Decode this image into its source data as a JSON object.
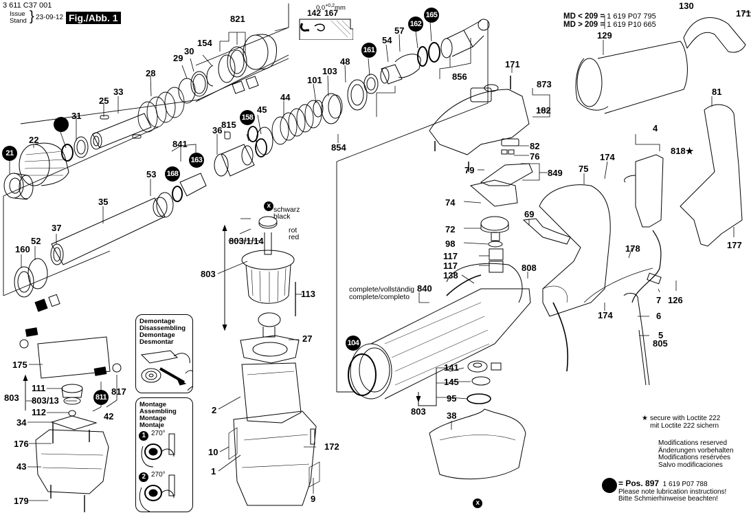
{
  "header": {
    "drawing_number": "3 611 C37 001",
    "issue_label": "Issue",
    "stand_label": "Stand",
    "date": "23-09-12",
    "figure_label": "Fig./Abb. 1"
  },
  "seal_detail": {
    "dimension": "0,0",
    "tolerance": "+0,2",
    "unit": "mm",
    "parts": [
      "142",
      "167"
    ]
  },
  "variant_note": {
    "line1_key": "MD < 209 =",
    "line1_value": "1 619 P07 795",
    "line2_key": "MD > 209 =",
    "line2_value": "1 619 P10 665"
  },
  "part_labels": [
    {
      "id": "p821",
      "text": "821"
    },
    {
      "id": "p154",
      "text": "154"
    },
    {
      "id": "p29",
      "text": "29"
    },
    {
      "id": "p30",
      "text": "30"
    },
    {
      "id": "p28",
      "text": "28"
    },
    {
      "id": "p25",
      "text": "25"
    },
    {
      "id": "p33",
      "text": "33"
    },
    {
      "id": "p31",
      "text": "31"
    },
    {
      "id": "p22",
      "text": "22"
    },
    {
      "id": "p44a",
      "text": "44"
    },
    {
      "id": "p45",
      "text": "45"
    },
    {
      "id": "p815",
      "text": "815"
    },
    {
      "id": "p36",
      "text": "36"
    },
    {
      "id": "p841",
      "text": "841"
    },
    {
      "id": "p53",
      "text": "53"
    },
    {
      "id": "p35",
      "text": "35"
    },
    {
      "id": "p37",
      "text": "37"
    },
    {
      "id": "p52",
      "text": "52"
    },
    {
      "id": "p160",
      "text": "160"
    },
    {
      "id": "p101",
      "text": "101"
    },
    {
      "id": "p103",
      "text": "103"
    },
    {
      "id": "p48",
      "text": "48"
    },
    {
      "id": "p54",
      "text": "54"
    },
    {
      "id": "p57",
      "text": "57"
    },
    {
      "id": "p856",
      "text": "856"
    },
    {
      "id": "p854",
      "text": "854"
    },
    {
      "id": "p130",
      "text": "130"
    },
    {
      "id": "p171a",
      "text": "171"
    },
    {
      "id": "p129",
      "text": "129"
    },
    {
      "id": "p171b",
      "text": "171"
    },
    {
      "id": "p873",
      "text": "873"
    },
    {
      "id": "p182",
      "text": "182"
    },
    {
      "id": "p82",
      "text": "82"
    },
    {
      "id": "p76",
      "text": "76"
    },
    {
      "id": "p79",
      "text": "79"
    },
    {
      "id": "p849",
      "text": "849"
    },
    {
      "id": "p74",
      "text": "74"
    },
    {
      "id": "p69",
      "text": "69"
    },
    {
      "id": "p72",
      "text": "72"
    },
    {
      "id": "p98",
      "text": "98"
    },
    {
      "id": "p117a",
      "text": "117"
    },
    {
      "id": "p117b",
      "text": "117"
    },
    {
      "id": "p138",
      "text": "138"
    },
    {
      "id": "p808",
      "text": "808"
    },
    {
      "id": "p840",
      "text": "840"
    },
    {
      "id": "p81",
      "text": "81"
    },
    {
      "id": "p4",
      "text": "4"
    },
    {
      "id": "p818",
      "text": "818"
    },
    {
      "id": "p174a",
      "text": "174"
    },
    {
      "id": "p75",
      "text": "75"
    },
    {
      "id": "p177",
      "text": "177"
    },
    {
      "id": "p178",
      "text": "178"
    },
    {
      "id": "p7",
      "text": "7"
    },
    {
      "id": "p126",
      "text": "126"
    },
    {
      "id": "p174b",
      "text": "174"
    },
    {
      "id": "p6",
      "text": "6"
    },
    {
      "id": "p5",
      "text": "5"
    },
    {
      "id": "p805",
      "text": "805"
    },
    {
      "id": "p803_1_14",
      "text": "803/1/14"
    },
    {
      "id": "p803a",
      "text": "803"
    },
    {
      "id": "p113",
      "text": "113"
    },
    {
      "id": "p27",
      "text": "27"
    },
    {
      "id": "p2",
      "text": "2"
    },
    {
      "id": "p172",
      "text": "172"
    },
    {
      "id": "p10",
      "text": "10"
    },
    {
      "id": "p1",
      "text": "1"
    },
    {
      "id": "p9",
      "text": "9"
    },
    {
      "id": "p141",
      "text": "141"
    },
    {
      "id": "p145",
      "text": "145"
    },
    {
      "id": "p95",
      "text": "95"
    },
    {
      "id": "p803c",
      "text": "803"
    },
    {
      "id": "p38",
      "text": "38"
    },
    {
      "id": "p175",
      "text": "175"
    },
    {
      "id": "p111",
      "text": "111"
    },
    {
      "id": "p803b",
      "text": "803"
    },
    {
      "id": "p803_13",
      "text": "803/13"
    },
    {
      "id": "p112",
      "text": "112"
    },
    {
      "id": "p817",
      "text": "817"
    },
    {
      "id": "p42",
      "text": "42"
    },
    {
      "id": "p34",
      "text": "34"
    },
    {
      "id": "p176",
      "text": "176"
    },
    {
      "id": "p43",
      "text": "43"
    },
    {
      "id": "p179",
      "text": "179"
    }
  ],
  "badges": [
    {
      "id": "b21",
      "text": "21"
    },
    {
      "id": "b158",
      "text": "158"
    },
    {
      "id": "b168",
      "text": "168"
    },
    {
      "id": "b163",
      "text": "163"
    },
    {
      "id": "b161",
      "text": "161"
    },
    {
      "id": "b162",
      "text": "162"
    },
    {
      "id": "b165",
      "text": "165"
    },
    {
      "id": "b104",
      "text": "104"
    },
    {
      "id": "b811",
      "text": "811"
    },
    {
      "id": "bx1",
      "text": "x"
    },
    {
      "id": "bx2",
      "text": "x"
    }
  ],
  "brush_colors": {
    "black_de": "schwarz",
    "black_en": "black",
    "red_de": "rot",
    "red_en": "red"
  },
  "complete_note": {
    "line1": "complete/vollständig",
    "line2": "complete/completo"
  },
  "disassembly_box": {
    "lines": [
      "Demontage",
      "Disassembling",
      "Demontage",
      "Desmontar"
    ]
  },
  "assembly_box": {
    "lines": [
      "Montage",
      "Assembling",
      "Montage",
      "Montaje"
    ],
    "steps": [
      {
        "num": "1",
        "angle": "270°"
      },
      {
        "num": "2",
        "angle": "270°"
      }
    ]
  },
  "footnotes": {
    "star_symbol": "★",
    "loctite_en": "secure with Loctite 222",
    "loctite_de": "mit Loctite 222 sichern",
    "modifications": [
      "Modifications reserved",
      "Änderungen vorbehalten",
      "Modifications resérvées",
      "Salvo modificaciones"
    ],
    "lubrication_key": "= Pos. 897",
    "lubrication_part": "1 619 P07 788",
    "lubrication_en": "Please note lubrication instructions!",
    "lubrication_de": "Bitte Schmierhinweise beachten!"
  }
}
